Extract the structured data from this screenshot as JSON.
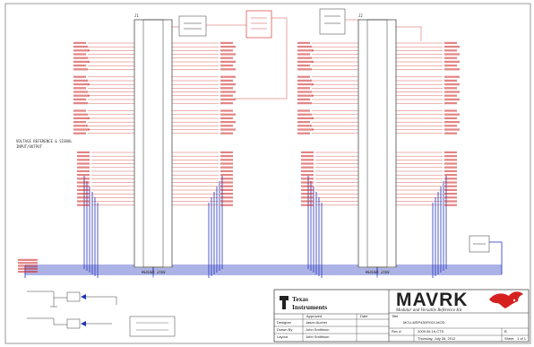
{
  "sheet": {
    "note_left": "VOLTAGE REFERENCE & SIGNAL",
    "note_left2": "INPUT/OUTPUT"
  },
  "connectors": [
    {
      "name": "J1",
      "label": "HEADER 2X60"
    },
    {
      "name": "J2",
      "label": "HEADER 2X60"
    }
  ],
  "title_block": {
    "company_line1": "Texas",
    "company_line2": "Instruments",
    "approved_label": "Approved",
    "date_label": "Date",
    "title_label": "Title",
    "rows": [
      {
        "role": "Designer",
        "name": "Jason Aucher"
      },
      {
        "role": "Drawn By",
        "name": "John Smithson"
      },
      {
        "role": "Layout",
        "name": "John Smithson"
      }
    ],
    "product": "MAVRK",
    "subtitle": "Modular and Versatile Reference Kit",
    "doc_title": "MCU-MSP430F5XX-MOD",
    "rev_label": "Rev #:",
    "rev_value": "B",
    "date_value": "Thursday, July 26, 2012",
    "sheet_label": "Sheet",
    "sheet_value": "1 of 1",
    "drawing_no": "2009.06.19-CTS"
  },
  "colors": {
    "net_red": "#cc1f1f",
    "bus_blue": "#2233bb",
    "wire_dark": "#3a3a3a",
    "logo_red": "#d62020"
  }
}
